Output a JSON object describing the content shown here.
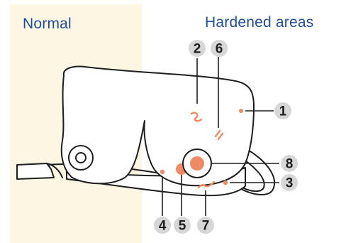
{
  "headings": {
    "normal": "Normal",
    "hardened": "Hardened areas"
  },
  "badges": [
    "1",
    "2",
    "3",
    "4",
    "5",
    "6",
    "7",
    "8"
  ],
  "colors": {
    "normal_panel": "#fdf6e3",
    "heading": "#1f4f9a",
    "marker": "#f08a62",
    "badge": "#d7d7d7",
    "outline": "#1e1e1e"
  }
}
